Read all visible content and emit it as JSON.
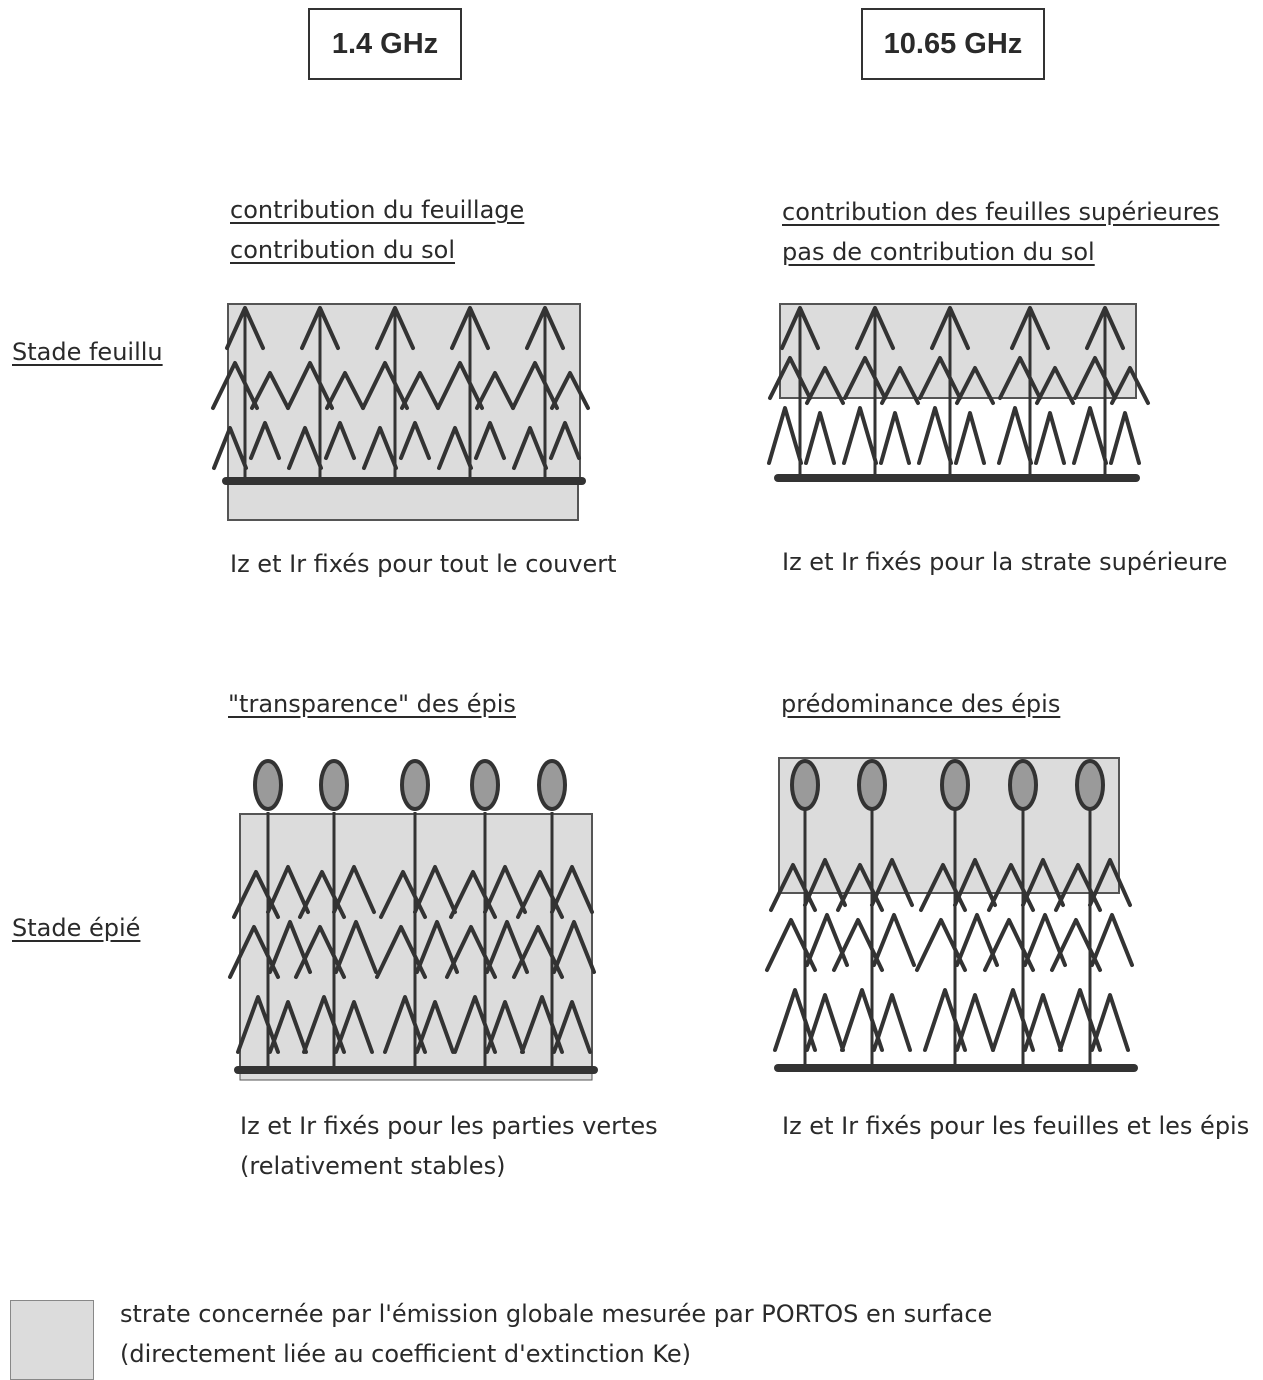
{
  "columns": {
    "left_freq": "1.4 GHz",
    "right_freq": "10.65 GHz"
  },
  "rows": {
    "feuillu_label": "Stade feuillu",
    "epie_label": "Stade épié"
  },
  "panels": {
    "feuillu_14": {
      "heading_1": "contribution du feuillage",
      "heading_2": "contribution du sol",
      "caption": "Iz et Ir fixés pour tout le couvert"
    },
    "feuillu_1065": {
      "heading_1": "contribution des feuilles supérieures",
      "heading_2": "pas de contribution du sol",
      "caption": "Iz et Ir fixés pour la strate supérieure"
    },
    "epie_14": {
      "heading_1": "\"transparence\" des épis",
      "caption_1": "Iz et Ir fixés pour les parties vertes",
      "caption_2": "(relativement stables)"
    },
    "epie_1065": {
      "heading_1": "prédominance des épis",
      "caption": "Iz et Ir fixés pour les feuilles et les épis"
    }
  },
  "legend": {
    "line_1": "strate concernée par l'émission globale mesurée par PORTOS en surface",
    "line_2": "(directement liée au coefficient d'extinction Ke)"
  },
  "colors": {
    "stratum_fill": "#dcdcdc",
    "ink": "#333333",
    "ear_fill": "#9a9a9a"
  }
}
